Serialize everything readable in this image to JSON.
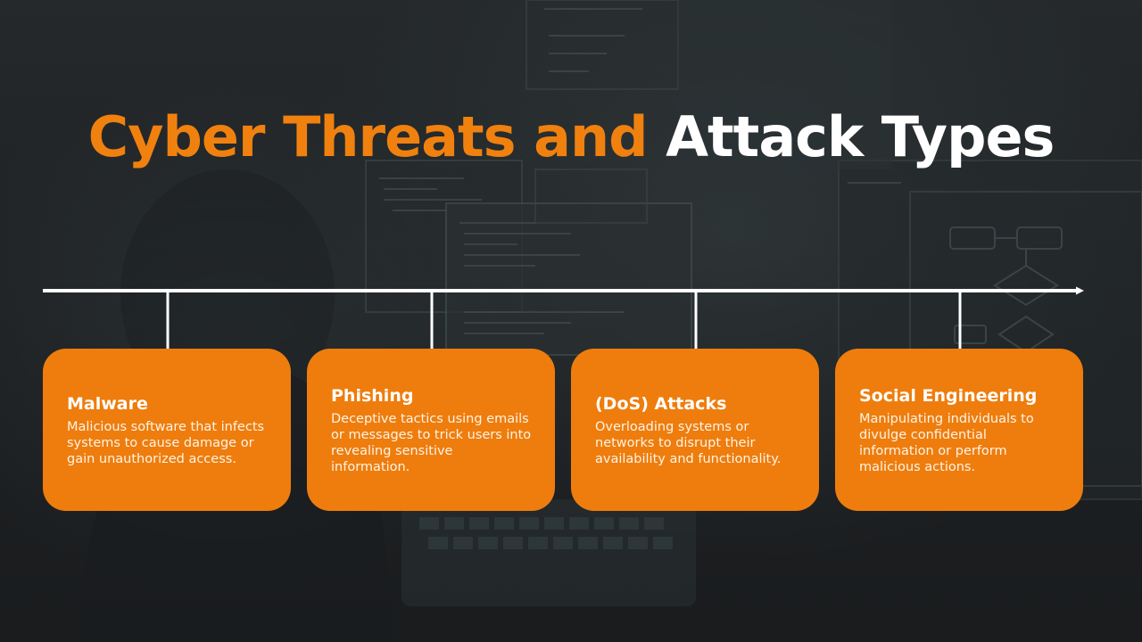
{
  "title": {
    "part_orange": "Cyber Threats and",
    "part_white": "Attack Types"
  },
  "colors": {
    "accent": "#ee7d0d",
    "title_accent": "#f0810f",
    "background": "#1f2224",
    "text_light": "#ffffff"
  },
  "cards": [
    {
      "title": "Malware",
      "description": "Malicious software that infects systems to cause damage or gain unauthorized access."
    },
    {
      "title": "Phishing",
      "description": "Deceptive tactics using emails or messages to trick users into revealing sensitive information."
    },
    {
      "title": "(DoS) Attacks",
      "description": "Overloading systems or networks to disrupt their availability and functionality."
    },
    {
      "title": "Social Engineering",
      "description": "Manipulating individuals to divulge confidential information or perform malicious actions."
    }
  ]
}
